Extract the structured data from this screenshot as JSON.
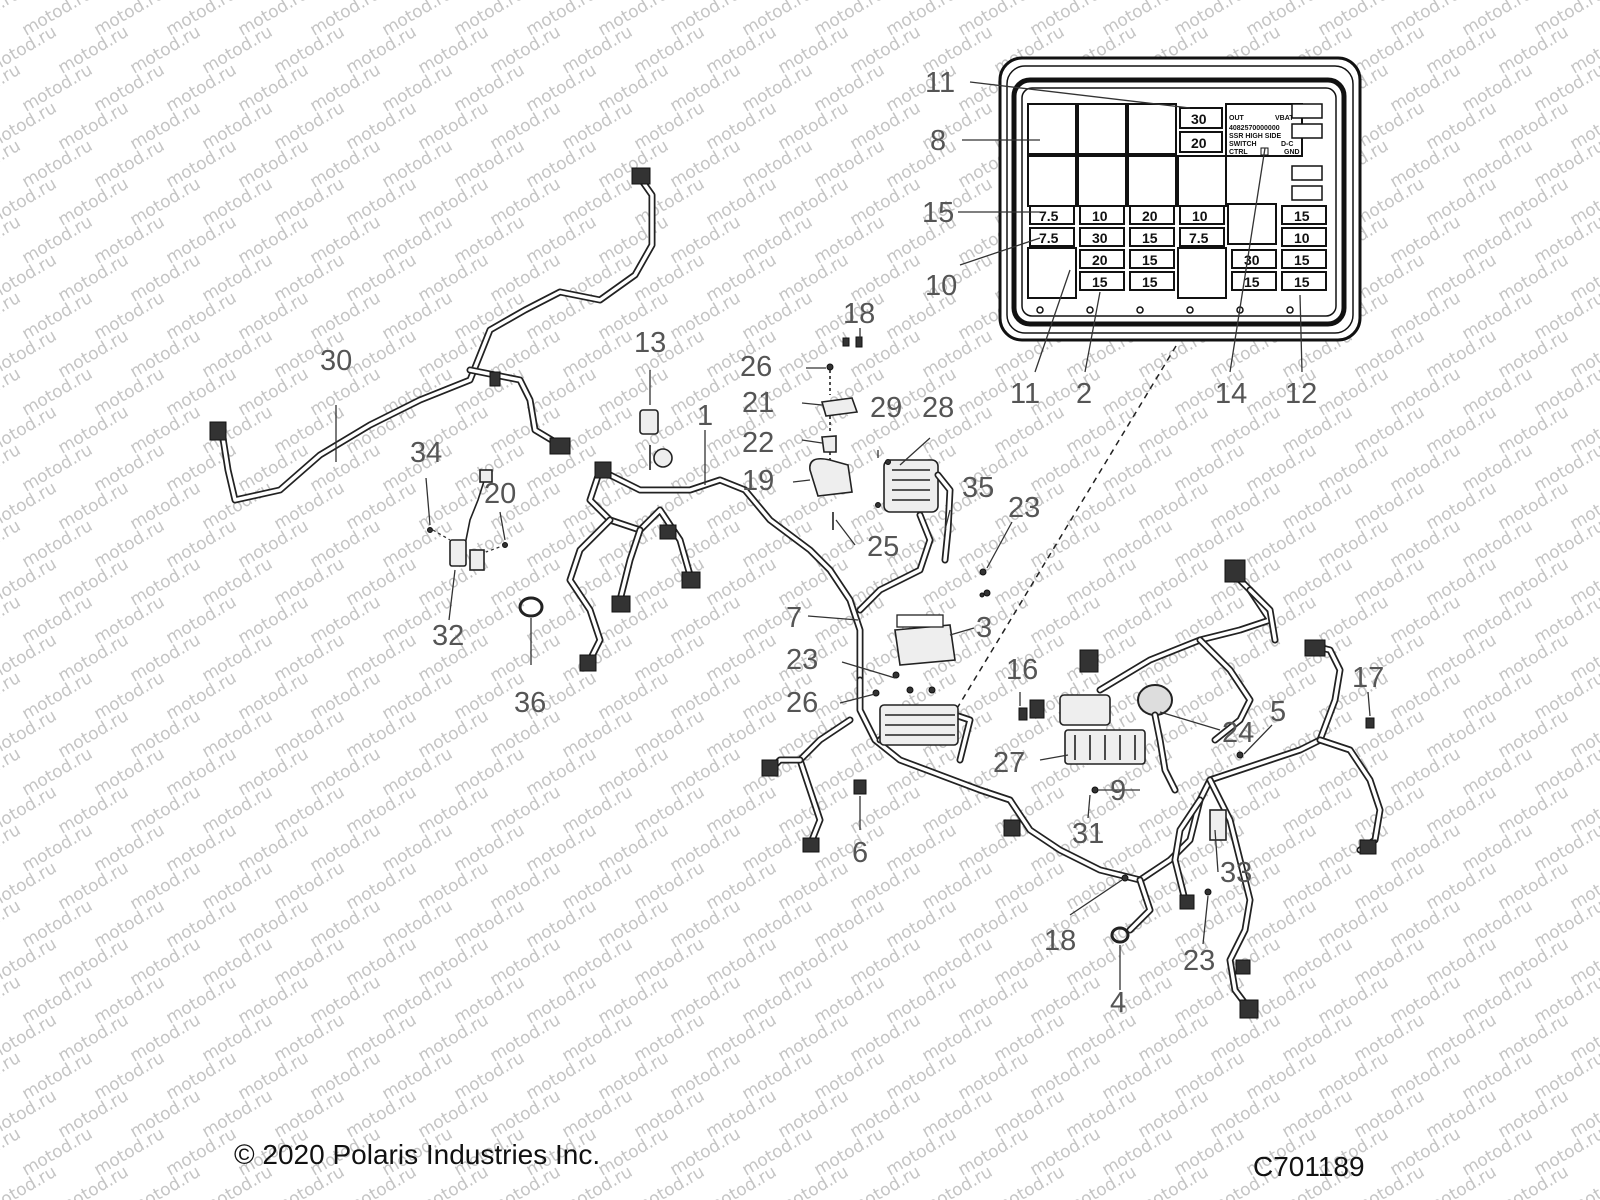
{
  "watermark": "motod.ru",
  "footer": {
    "copyright": "© 2020 Polaris Industries Inc.",
    "diagram_code": "C701189"
  },
  "fuse_box": {
    "relay_label_out": "OUT",
    "relay_label_vbat": "VBAT",
    "relay_label_pn": "4082570000000",
    "relay_label_ssr": "SSR HIGH SIDE",
    "relay_label_switch": "SWITCH",
    "relay_label_dc": "D-C",
    "relay_label_ctrl": "CTRL",
    "relay_label_gnd": "GND",
    "fuses": {
      "r1": [
        "30",
        "20"
      ],
      "r2": [
        "7.5",
        "10",
        "20",
        "10"
      ],
      "r3": [
        "7.5",
        "30",
        "15",
        "7.5",
        "10"
      ],
      "r4": [
        "20",
        "15",
        "30",
        "15"
      ],
      "r5": [
        "15",
        "15",
        "15",
        "15",
        "15"
      ]
    }
  },
  "callouts": {
    "c11a": "11",
    "c8": "8",
    "c15": "15",
    "c10": "10",
    "c11b": "11",
    "c2": "2",
    "c14": "14",
    "c12": "12",
    "c30": "30",
    "c13": "13",
    "c1": "1",
    "c18a": "18",
    "c26a": "26",
    "c21": "21",
    "c29": "29",
    "c28": "28",
    "c22": "22",
    "c19": "19",
    "c35": "35",
    "c23a": "23",
    "c25": "25",
    "c34": "34",
    "c20": "20",
    "c32": "32",
    "c36": "36",
    "c7": "7",
    "c3": "3",
    "c23b": "23",
    "c26b": "26",
    "c16": "16",
    "c17": "17",
    "c5": "5",
    "c24": "24",
    "c27": "27",
    "c9": "9",
    "c31": "31",
    "c6": "6",
    "c33": "33",
    "c18b": "18",
    "c23c": "23",
    "c4": "4"
  }
}
